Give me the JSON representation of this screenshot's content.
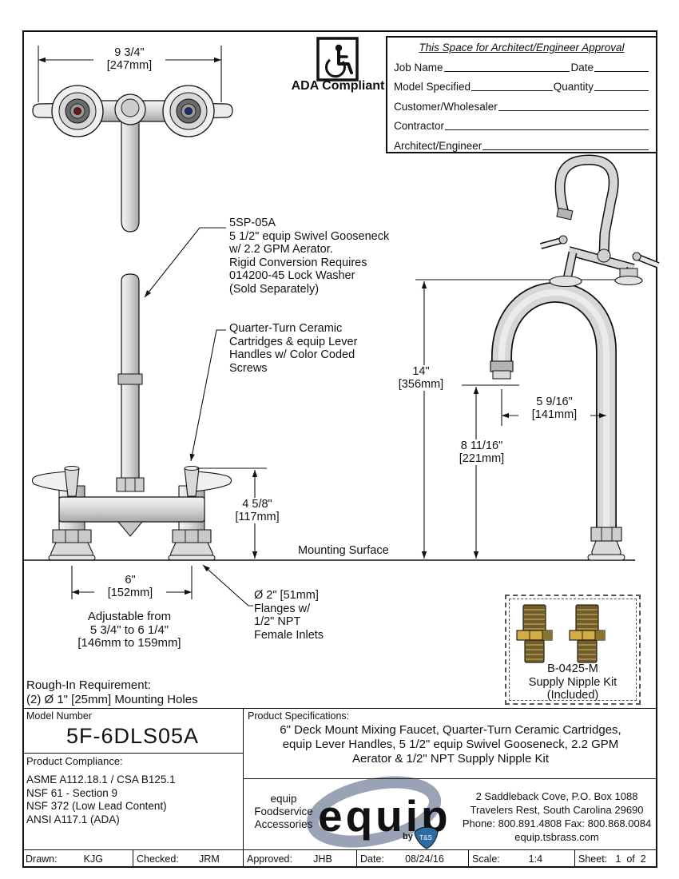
{
  "ada": {
    "label": "ADA Compliant"
  },
  "approval": {
    "title": "This Space for Architect/Engineer Approval",
    "fields": [
      "Job Name",
      "Date",
      "Model Specified",
      "Quantity",
      "Customer/Wholesaler",
      "Contractor",
      "Architect/Engineer"
    ]
  },
  "callouts": {
    "gooseneck": [
      "5SP-05A",
      "5 1/2\" equip Swivel Gooseneck",
      "w/ 2.2 GPM Aerator.",
      "Rigid Conversion Requires",
      "014200-45 Lock Washer",
      "(Sold Separately)"
    ],
    "cartridge": [
      "Quarter-Turn Ceramic",
      "Cartridges & equip Lever",
      "Handles w/ Color Coded",
      "Screws"
    ],
    "flange": [
      "Ø 2\" [51mm]",
      "Flanges w/",
      "1/2\" NPT",
      "Female Inlets"
    ]
  },
  "dimensions": {
    "top_width_in": "9 3/4\"",
    "top_width_mm": "[247mm]",
    "total_height_in": "14\"",
    "total_height_mm": "[356mm]",
    "spout_reach_in": "5 9/16\"",
    "spout_reach_mm": "[141mm]",
    "spout_height_in": "8 11/16\"",
    "spout_height_mm": "[221mm]",
    "body_height_in": "4 5/8\"",
    "body_height_mm": "[117mm]",
    "center_width_in": "6\"",
    "center_width_mm": "[152mm]",
    "mounting_surface": "Mounting Surface",
    "adjustable": [
      "Adjustable from",
      "5 3/4\" to 6 1/4\"",
      "[146mm to 159mm]"
    ]
  },
  "rough_in": [
    "Rough-In Requirement:",
    "(2) Ø 1\" [25mm] Mounting Holes"
  ],
  "nipple_kit": [
    "B-0425-M",
    "Supply Nipple Kit",
    "(Included)"
  ],
  "title_block": {
    "model_label": "Model Number",
    "model_number": "5F-6DLS05A",
    "compliance_label": "Product Compliance:",
    "compliance": [
      "ASME A112.18.1 / CSA B125.1",
      "NSF 61 - Section 9",
      "NSF 372 (Low Lead Content)",
      "ANSI A117.1 (ADA)"
    ],
    "specs_label": "Product Specifications:",
    "specs": [
      "6\" Deck Mount Mixing Faucet, Quarter-Turn Ceramic Cartridges,",
      "equip Lever Handles, 5 1/2\" equip Swivel Gooseneck, 2.2 GPM",
      "Aerator & 1/2\" NPT Supply Nipple Kit"
    ]
  },
  "brand": {
    "tagline": [
      "equip",
      "Foodservice",
      "Accessories"
    ],
    "logo_text": "equip",
    "by_text": "by",
    "ts_text": "T&S",
    "address": [
      "2 Saddleback Cove, P.O. Box 1088",
      "Travelers Rest, South Carolina 29690",
      "Phone: 800.891.4808  Fax: 800.868.0084",
      "equip.tsbrass.com"
    ],
    "logo_color": "#9aa3b5",
    "ts_color": "#2d6ca3"
  },
  "footer": {
    "cells": [
      {
        "label": "Drawn:",
        "value": "KJG"
      },
      {
        "label": "Checked:",
        "value": "JRM"
      },
      {
        "label": "Approved:",
        "value": "JHB"
      },
      {
        "label": "Date:",
        "value": "08/24/16"
      },
      {
        "label": "Scale:",
        "value": "1:4"
      },
      {
        "label": "Sheet:",
        "value": "1  of  2"
      }
    ]
  },
  "colors": {
    "hot_index": "#6e1616",
    "cold_index": "#1d2c6e",
    "brass_dark": "#6f5d2b",
    "brass_light": "#d2ac45"
  }
}
